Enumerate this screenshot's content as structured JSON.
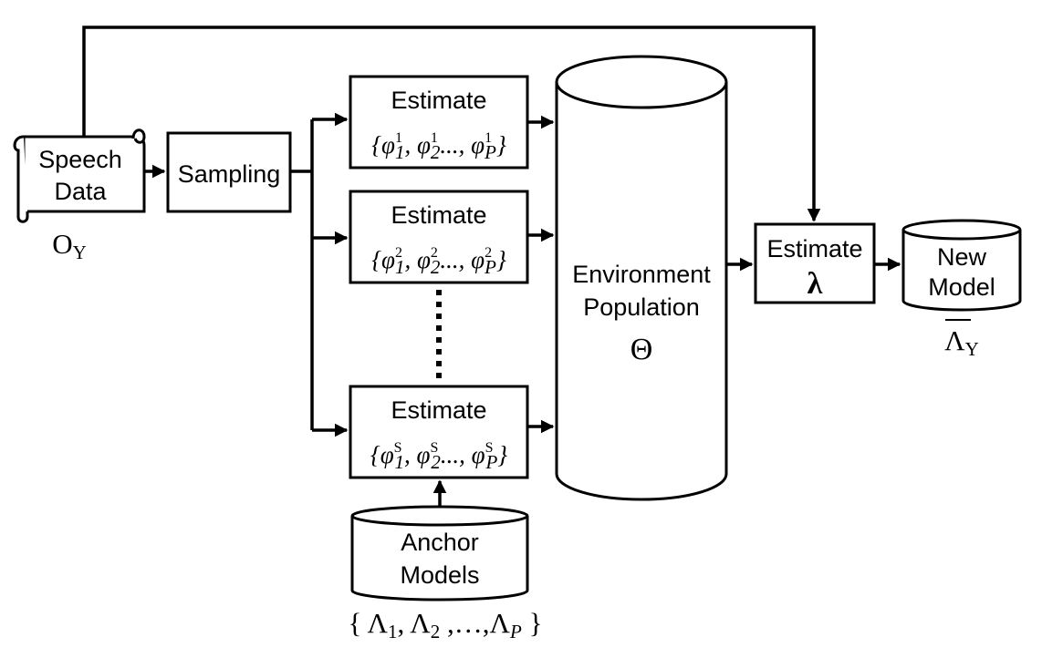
{
  "speech_data": {
    "label_line1": "Speech",
    "label_line2": "Data",
    "symbol_main": "O",
    "symbol_sub": "Y"
  },
  "sampling": {
    "label": "Sampling"
  },
  "estimators": [
    {
      "label": "Estimate",
      "set_open": "{",
      "phi": "φ",
      "idx1": "1",
      "idx2": "2",
      "idxP": "P",
      "sup": "1",
      "dots": "...",
      "set_close": "}"
    },
    {
      "label": "Estimate",
      "set_open": "{",
      "phi": "φ",
      "idx1": "1",
      "idx2": "2",
      "idxP": "P",
      "sup": "2",
      "dots": "...",
      "set_close": "}"
    },
    {
      "label": "Estimate",
      "set_open": "{",
      "phi": "φ",
      "idx1": "1",
      "idx2": "2",
      "idxP": "P",
      "sup": "S",
      "dots": "...",
      "set_close": "}"
    }
  ],
  "environment_population": {
    "label_line1": "Environment",
    "label_line2": "Population",
    "symbol": "Θ"
  },
  "estimate_lambda": {
    "label": "Estimate",
    "symbol": "λ"
  },
  "new_model": {
    "label_line1": "New",
    "label_line2": "Model",
    "symbol_main": "Λ",
    "symbol_sub": "Y"
  },
  "anchor_models": {
    "label_line1": "Anchor",
    "label_line2": "Models",
    "set_open": "{",
    "lambda": "Λ",
    "sub1": "1",
    "sub2": "2",
    "subP": "P",
    "dots": "…",
    "set_close": "}"
  }
}
